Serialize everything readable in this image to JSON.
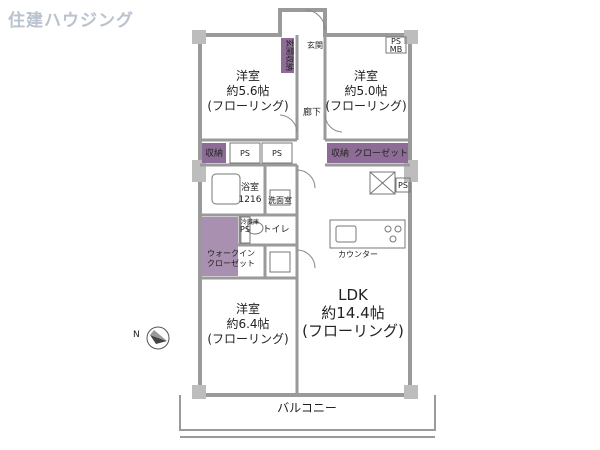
{
  "logo": {
    "text": "住建ハウジング"
  },
  "rooms": {
    "western_nw": {
      "name": "洋室",
      "size": "約5.6帖",
      "floor": "(フローリング)"
    },
    "western_ne": {
      "name": "洋室",
      "size": "約5.0帖",
      "floor": "(フローリング)"
    },
    "western_s": {
      "name": "洋室",
      "size": "約6.4帖",
      "floor": "(フローリング)"
    },
    "ldk": {
      "name": "LDK",
      "size": "約14.4帖",
      "floor": "(フローリング)"
    },
    "bath": {
      "name": "浴室",
      "code": "1216"
    },
    "balcony": "バルコニー",
    "entrance": "玄関",
    "entrance_storage": "玄関収納",
    "corridor": "廊下",
    "storage_left": "収納",
    "storage_right": "収納",
    "closet": "クローゼット",
    "washroom": "洗面室",
    "toilet": "トイレ",
    "walkin": [
      "ウォークイン",
      "クローゼット"
    ],
    "counter": "カウンター",
    "ps_labels": [
      "PS",
      "PS",
      "PS",
      "PS"
    ],
    "ps_mb": [
      "PS",
      "MB"
    ],
    "small_tag": "冷蔵庫"
  },
  "compass": {
    "label": "N"
  },
  "colors": {
    "storage_fill": "#8d6d96",
    "walkin_fill": "#a98fb0",
    "wall": "#9a9a9a"
  }
}
